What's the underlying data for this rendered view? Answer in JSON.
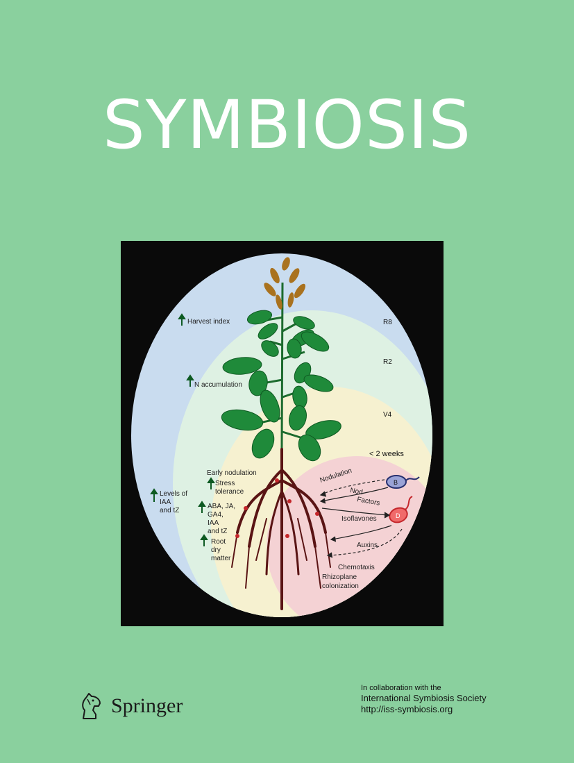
{
  "cover": {
    "title": "SYMBIOSIS",
    "background": "#8ad09e"
  },
  "illustration": {
    "stages": [
      "R8",
      "R2",
      "V4",
      "< 2 weeks"
    ],
    "left_labels": {
      "harvest_index": "Harvest index",
      "n_accumulation": "N accumulation",
      "levels_line1": "Levels of",
      "levels_line2": "IAA",
      "levels_line3": "and tZ",
      "early_nodulation": "Early nodulation",
      "stress_line1": "Stress",
      "stress_line2": "tolerance",
      "hormones_line1": "ABA, JA,",
      "hormones_line2": "GA4,",
      "hormones_line3": "IAA",
      "hormones_line4": "and tZ",
      "root_line1": "Root",
      "root_line2": "dry",
      "root_line3": "matter"
    },
    "right_labels": {
      "nodulation": "Nodulation",
      "nod": "Nod",
      "factors": "Factors",
      "isoflavones": "Isoflavones",
      "auxins": "Auxins",
      "chemotaxis": "Chemotaxis",
      "rhizoplane_line1": "Rhizoplane",
      "rhizoplane_line2": "colonization"
    },
    "bacteria": [
      "B",
      "D"
    ],
    "colors": {
      "r8_zone": "#c9dcef",
      "r2_zone": "#def1e3",
      "v4_zone": "#f6f1d0",
      "early_zone": "#f4d2d4",
      "leaf": "#1f8a3a",
      "root": "#5a1414",
      "arrow": "#0d5a22"
    }
  },
  "publisher": {
    "name": "Springer",
    "logo_icon": "horse-head-icon"
  },
  "collaboration": {
    "line1": "In collaboration with the",
    "line2": "International Symbiosis Society",
    "line3": "http://iss-symbiosis.org"
  }
}
